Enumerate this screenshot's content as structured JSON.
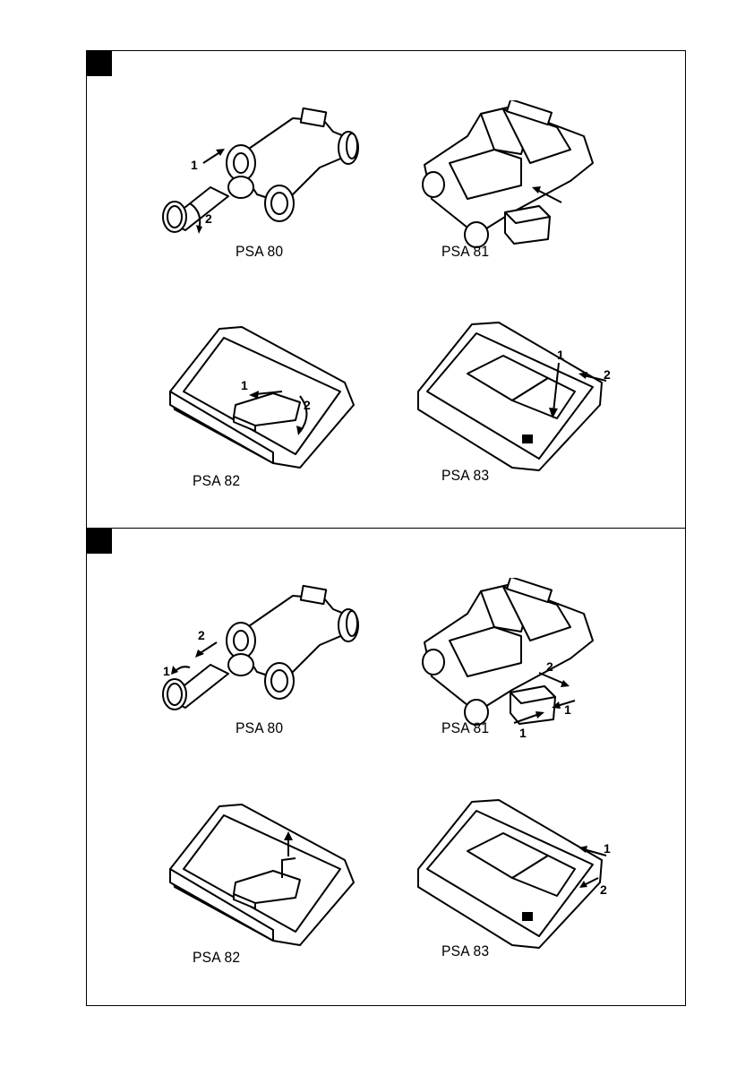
{
  "panel_1": {
    "psa80": {
      "label": "PSA 80",
      "step1": "1",
      "step2": "2"
    },
    "psa81": {
      "label": "PSA 81"
    },
    "psa82": {
      "label": "PSA 82",
      "step1": "1",
      "step2": "2"
    },
    "psa83": {
      "label": "PSA 83",
      "step1": "1",
      "step2": "2"
    }
  },
  "panel_2": {
    "psa80": {
      "label": "PSA 80",
      "step1": "1",
      "step2": "2"
    },
    "psa81": {
      "label": "PSA 81",
      "step1a": "1",
      "step1b": "1",
      "step2": "2"
    },
    "psa82": {
      "label": "PSA 82"
    },
    "psa83": {
      "label": "PSA 83",
      "step1": "1",
      "step2": "2"
    }
  }
}
